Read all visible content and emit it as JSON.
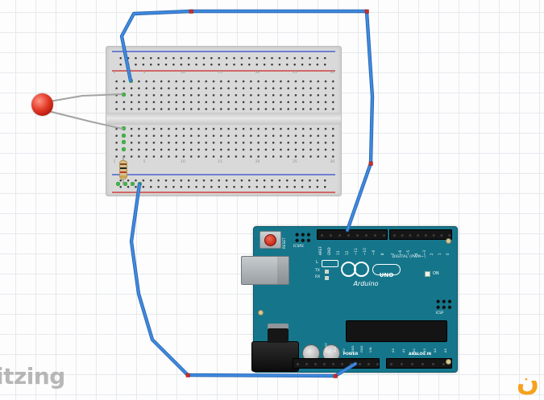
{
  "watermark": {
    "text": "fritzing"
  },
  "brand_mark": {
    "glyph": "ن"
  },
  "breadboard": {
    "column_labels": [
      "1",
      "5",
      "10",
      "15",
      "20",
      "25",
      "30"
    ]
  },
  "led": {
    "color": "#d8301f"
  },
  "resistor": {
    "body": "#d9bf8e",
    "bands": [
      "#8a4a1e",
      "#262626",
      "#c03a2b",
      "#c9a44a"
    ]
  },
  "arduino": {
    "labels": {
      "reset": "RESET",
      "icsp2": "ICSP2",
      "icsp": "ICSP",
      "digital": "DIGITAL (PWM~)",
      "l": "L",
      "tx": "TX",
      "rx": "RX",
      "brand": "Arduino",
      "model": "UNO",
      "on": "ON",
      "power": "POWER",
      "analog": "ANALOG IN"
    },
    "digital_pins_left": [
      "AREF",
      "GND",
      "13",
      "12",
      "~11",
      "~10",
      "~9",
      "8"
    ],
    "digital_pins_right": [
      "7",
      "~6",
      "~5",
      "4",
      "~3",
      "2",
      "1",
      "0"
    ],
    "power_pins": [
      "RESET",
      "3V3",
      "5V",
      "GND",
      "GND",
      "VIN"
    ],
    "analog_pins": [
      "A0",
      "A1",
      "A2",
      "A3",
      "A4",
      "A5"
    ]
  },
  "colors": {
    "grid": "#e6e9ec",
    "breadboard": "#d9d9d9",
    "rail_red": "#cf4a4a",
    "rail_blue": "#5468cf",
    "hole": "#3a3a3a",
    "hole_green": "#44b549",
    "wire": "#3f8ae0",
    "wire_dark": "#2a67b0",
    "bend": "#cc2f26",
    "board": "#15768b",
    "led": "#d8301f",
    "resistor_body": "#d9bf8e",
    "watermark": "#a6a6a6",
    "brand": "#f6a21c"
  }
}
